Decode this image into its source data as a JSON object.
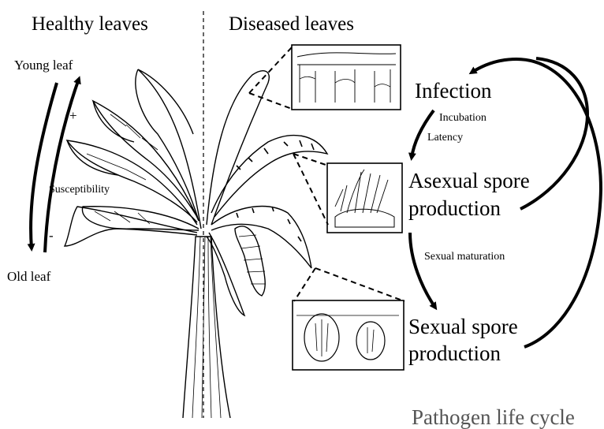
{
  "headings": {
    "healthy": "Healthy leaves",
    "diseased": "Diseased leaves"
  },
  "leaf_axis": {
    "young": "Young leaf",
    "old": "Old leaf",
    "plus": "+",
    "minus": "-",
    "susceptibility": "Susceptibility"
  },
  "cycle": {
    "infection": "Infection",
    "incubation": "Incubation",
    "latency": "Latency",
    "asexual_line1": "Asexual spore",
    "asexual_line2": "production",
    "sexual_maturation": "Sexual maturation",
    "sexual_line1": "Sexual spore",
    "sexual_line2": "production"
  },
  "bottom_caption": "Pathogen life cycle"
}
